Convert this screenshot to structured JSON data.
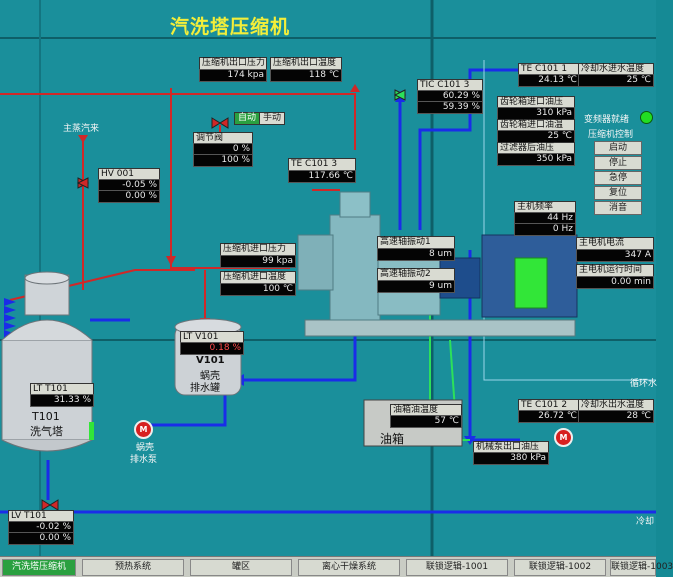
{
  "title": "汽洗塔压缩机",
  "labels": {
    "main_steam": "主蒸汽来",
    "vfd_ready": "变频器就绪",
    "compressor_control": "压缩机控制",
    "v101_name": "V101",
    "v101_desc1": "蜗壳",
    "v101_desc2": "排水罐",
    "t101_name": "T101",
    "t101_desc": "洗气塔",
    "pump_desc1": "蜗壳",
    "pump_desc2": "排水泵",
    "oil_tank": "油箱",
    "circulation": "循环水",
    "cooling": "冷却",
    "auto": "自动",
    "manual": "手动",
    "pump_symbol": "M"
  },
  "tags": {
    "outlet_pressure": {
      "label": "压缩机出口压力",
      "value": "174 kpa"
    },
    "outlet_temp": {
      "label": "压缩机出口温度",
      "value": "118 ℃"
    },
    "tic_c101": {
      "label": "TIC C101 3",
      "value1": "60.29 %",
      "value2": "59.39 %"
    },
    "te_c101_1": {
      "label": "TE C101 1",
      "value": "24.13 ℃"
    },
    "cw_in_temp": {
      "label": "冷却水进水温度",
      "value": "25 ℃"
    },
    "gearbox_oil_pressure": {
      "label": "齿轮箱进口油压",
      "value": "310 kPa"
    },
    "gearbox_oil_temp": {
      "label": "齿轮箱进口油温",
      "value": "25 ℃"
    },
    "lube_oil_pressure": {
      "label": "过滤器后油压",
      "value": "350 kPa"
    },
    "control_valve": {
      "label": "调节阀",
      "value1": "0 %",
      "value2": "100 %"
    },
    "hv001": {
      "label": "HV 001",
      "value1": "-0.05 %",
      "value2": "0.00 %"
    },
    "te_c101_3": {
      "label": "TE C101 3",
      "value": "117.66 ℃"
    },
    "motor_freq": {
      "label": "主机频率",
      "value1": "44 Hz",
      "value2": "0 Hz"
    },
    "inlet_pressure": {
      "label": "压缩机进口压力",
      "value": "99 kpa"
    },
    "inlet_temp": {
      "label": "压缩机进口温度",
      "value": "100 ℃"
    },
    "hs_vib1": {
      "label": "高速轴振动1",
      "value": "8 um"
    },
    "hs_vib2": {
      "label": "高速轴振动2",
      "value": "9 um"
    },
    "motor_current": {
      "label": "主电机电流",
      "value": "347 A"
    },
    "motor_runtime": {
      "label": "主电机运行时间",
      "value": "0.00 min"
    },
    "lt_v101": {
      "label": "LT V101",
      "value": "0.18 %"
    },
    "lt_t101": {
      "label": "LT T101",
      "value": "31.33 %"
    },
    "oil_tank_temp": {
      "label": "油箱油温度",
      "value": "57 ℃"
    },
    "te_c101_2": {
      "label": "TE C101 2",
      "value": "26.72 ℃"
    },
    "cw_out_temp": {
      "label": "冷却水出水温度",
      "value": "28 ℃"
    },
    "pump_outlet_pressure": {
      "label": "机械泵出口油压",
      "value": "380 kPa"
    },
    "lv101": {
      "label": "LV T101",
      "value1": "-0.02 %",
      "value2": "0.00 %"
    }
  },
  "control_buttons": [
    "启动",
    "停止",
    "急停",
    "复位",
    "消音"
  ],
  "tabs": [
    {
      "label": "汽洗塔压缩机",
      "active": true
    },
    {
      "label": "预热系统",
      "active": false
    },
    {
      "label": "罐区",
      "active": false
    },
    {
      "label": "离心干燥系统",
      "active": false
    },
    {
      "label": "联锁逻辑-1001",
      "active": false
    },
    {
      "label": "联锁逻辑-1002",
      "active": false
    },
    {
      "label": "联锁逻辑-1003",
      "active": false
    }
  ],
  "levels": {
    "t101": 0.3133,
    "v101": 0.0018
  },
  "colors": {
    "background": "#1a8f9b",
    "red_pipe": "#d02828",
    "blue_pipe": "#1a2ce8",
    "title": "#f3ee3a",
    "ready_lamp": "#22dd22"
  },
  "icons": [
    "valve-icon",
    "pump-icon",
    "motor-icon",
    "ready-lamp-icon"
  ]
}
